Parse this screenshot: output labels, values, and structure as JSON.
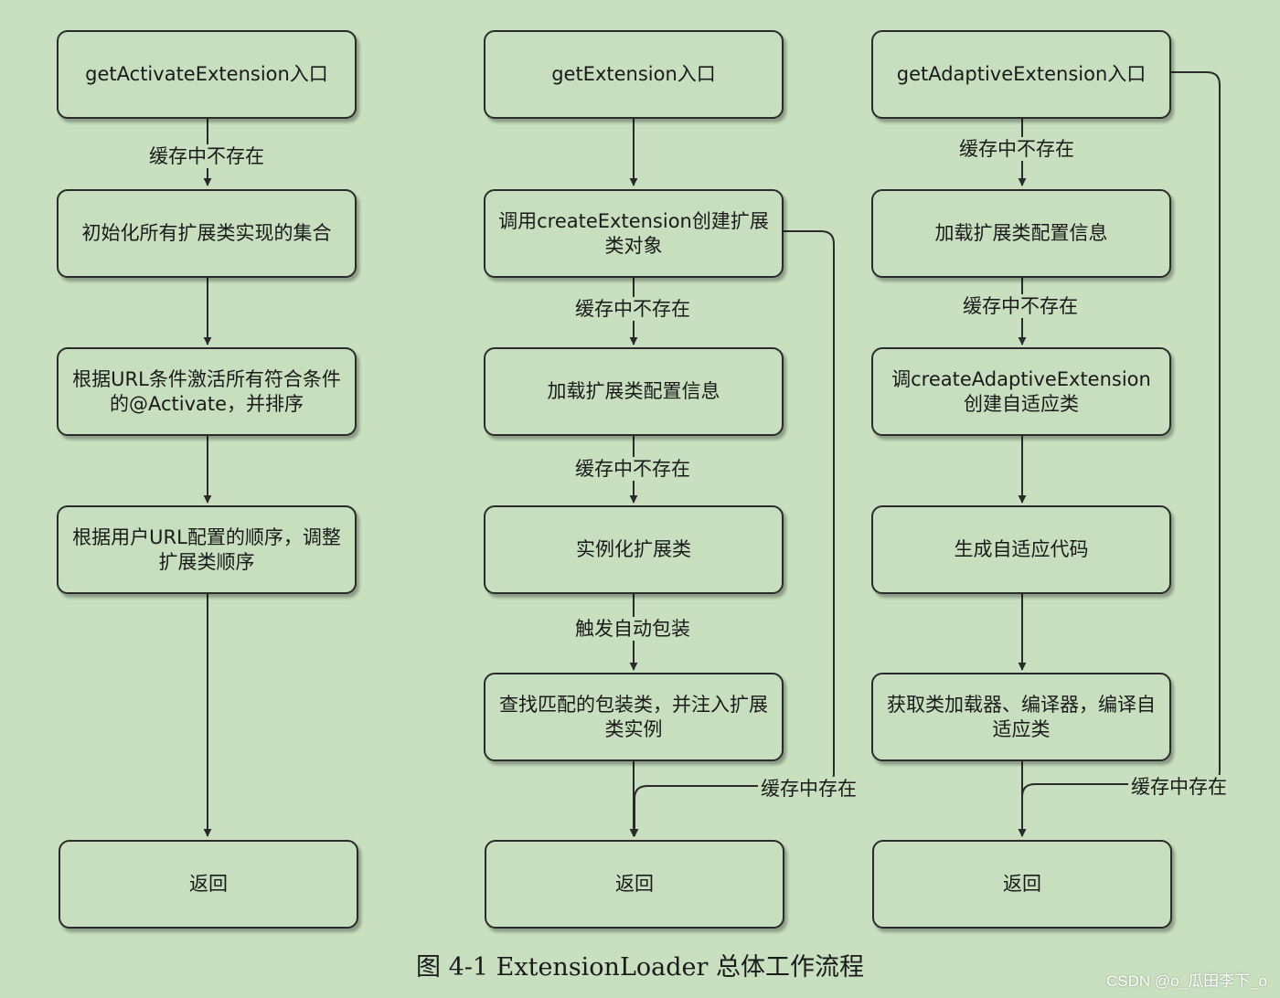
{
  "columns": [
    {
      "nodes": [
        "getActivateExtension入口",
        "初始化所有扩展类实现的集合",
        "根据URL条件激活所有符合条件的@Activate，并排序",
        "根据用户URL配置的顺序，调整扩展类顺序",
        "返回"
      ],
      "edge_labels": [
        "缓存中不存在"
      ]
    },
    {
      "nodes": [
        "getExtension入口",
        "调用createExtension创建扩展类对象",
        "加载扩展类配置信息",
        "实例化扩展类",
        "查找匹配的包装类，并注入扩展类实例",
        "返回"
      ],
      "edge_labels": [
        "缓存中不存在",
        "缓存中不存在",
        "触发自动包装",
        "缓存中存在"
      ]
    },
    {
      "nodes": [
        "getAdaptiveExtension入口",
        "加载扩展类配置信息",
        "调createAdaptiveExtension创建自适应类",
        "生成自适应代码",
        "获取类加载器、编译器，编译自适应类",
        "返回"
      ],
      "edge_labels": [
        "缓存中不存在",
        "缓存中不存在",
        "缓存中存在"
      ]
    }
  ],
  "caption": "图 4-1    ExtensionLoader 总体工作流程",
  "watermark": "CSDN @o_瓜田李下_o",
  "colors": {
    "background": "#c8e0bf",
    "stroke": "#2b2b2b"
  }
}
